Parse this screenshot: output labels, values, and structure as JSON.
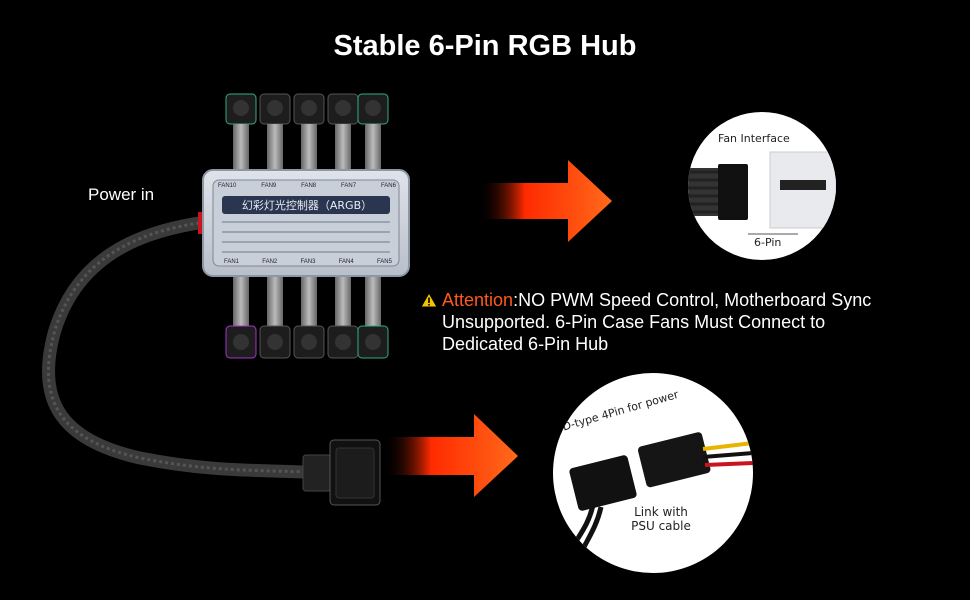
{
  "title": "Stable 6-Pin RGB Hub",
  "power_label": "Power in",
  "attention": {
    "prefix": "Attention",
    "line1": ":NO PWM Speed Control, Motherboard Sync",
    "line2": "Unsupported. 6-Pin Case Fans Must Connect to",
    "line3": "Dedicated 6-Pin Hub"
  },
  "hub": {
    "chinese_title": "幻彩灯光控制器（ARGB）",
    "top_ports": [
      "FAN10",
      "FAN9",
      "FAN8",
      "FAN7",
      "FAN6"
    ],
    "bottom_ports": [
      "FAN1",
      "FAN2",
      "FAN3",
      "FAN4",
      "FAN5"
    ]
  },
  "fan_interface_label": "Fan Interface",
  "six_pin_label": "6-Pin",
  "dtype_label": "D-type 4Pin for power",
  "psu_label_line1": "Link with",
  "psu_label_line2": "PSU cable",
  "colors": {
    "accent": "#ff5a1a",
    "arrow_start": "#ff2a00",
    "arrow_end": "#ff7a1a"
  },
  "icons": [
    "warning-icon",
    "arrow-right-icon"
  ]
}
